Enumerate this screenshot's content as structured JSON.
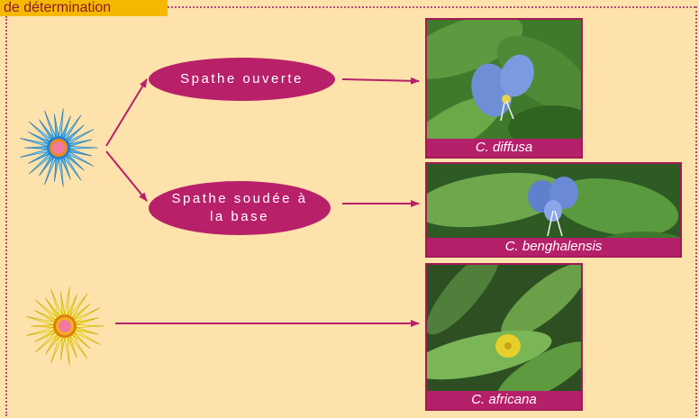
{
  "title": "de détermination",
  "spathes": {
    "open": "Spathe ouverte",
    "fused": "Spathe soudée à\nla base"
  },
  "species": [
    {
      "name": "C. diffusa",
      "petal_color": "#6e8fd6"
    },
    {
      "name": "C. benghalensis",
      "petal_color": "#5f80cc"
    },
    {
      "name": "C. africana",
      "petal_color": "#e6cf2a"
    }
  ],
  "icons": [
    "blue-flower-icon",
    "yellow-flower-icon"
  ],
  "colors": {
    "background": "#fde2ab",
    "accent": "#b8206a",
    "title_tab": "#f5b800",
    "border": "#b5497a"
  }
}
